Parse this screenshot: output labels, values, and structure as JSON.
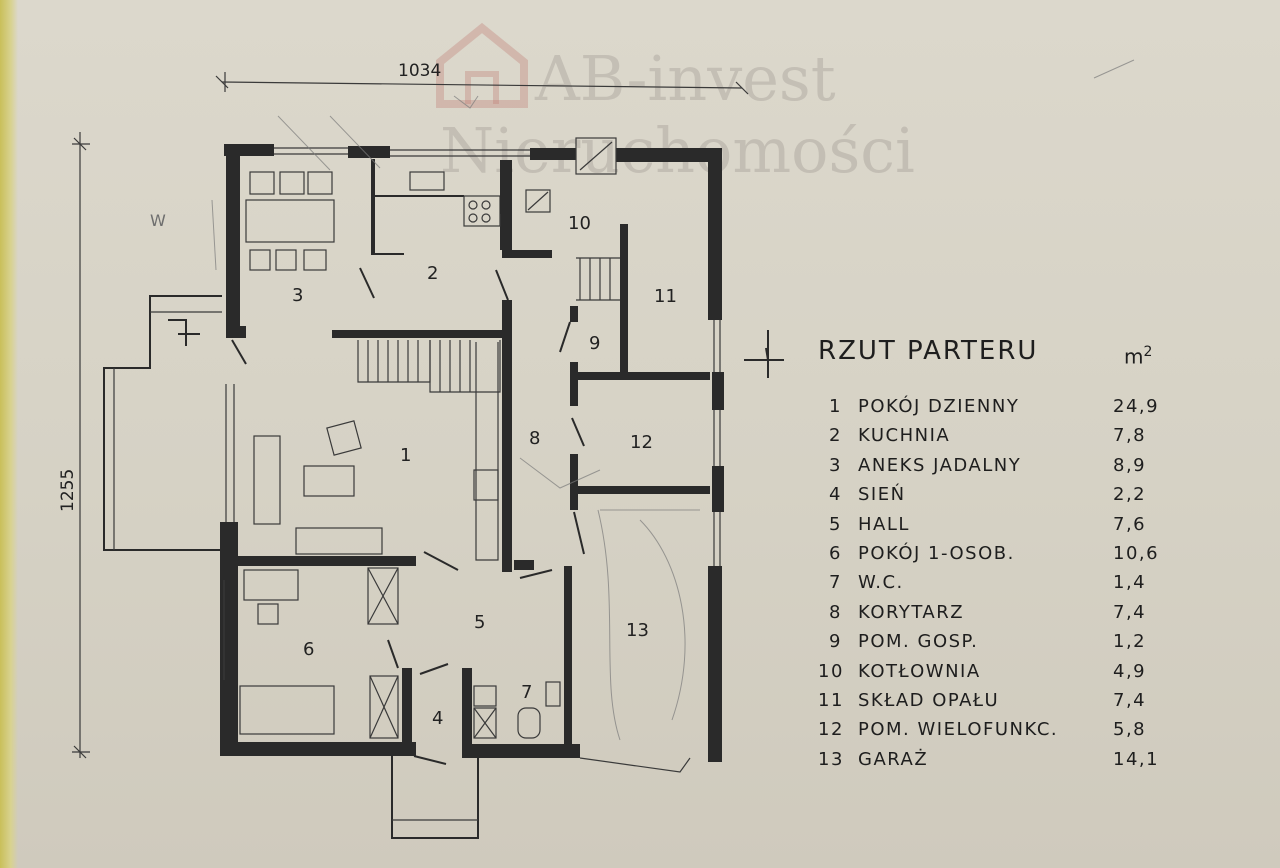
{
  "watermark": {
    "line1": "AB-invest",
    "line2": "Nieruchomości"
  },
  "dimensions": {
    "width": "1034",
    "height": "1255"
  },
  "room_labels": [
    "1",
    "2",
    "3",
    "4",
    "5",
    "6",
    "7",
    "8",
    "9",
    "10",
    "11",
    "12",
    "13"
  ],
  "legend": {
    "title": "RZUT PARTERU",
    "unit": "m",
    "unit_sup": "2",
    "rooms": [
      {
        "no": "1",
        "name": "POKÓJ DZIENNY",
        "area": "24,9"
      },
      {
        "no": "2",
        "name": "KUCHNIA",
        "area": "7,8"
      },
      {
        "no": "3",
        "name": "ANEKS JADALNY",
        "area": "8,9"
      },
      {
        "no": "4",
        "name": "SIEŃ",
        "area": "2,2"
      },
      {
        "no": "5",
        "name": "HALL",
        "area": "7,6"
      },
      {
        "no": "6",
        "name": "POKÓJ 1-OSOB.",
        "area": "10,6"
      },
      {
        "no": "7",
        "name": "W.C.",
        "area": "1,4"
      },
      {
        "no": "8",
        "name": "KORYTARZ",
        "area": "7,4"
      },
      {
        "no": "9",
        "name": "POM. GOSP.",
        "area": "1,2"
      },
      {
        "no": "10",
        "name": "KOTŁOWNIA",
        "area": "4,9"
      },
      {
        "no": "11",
        "name": "SKŁAD OPAŁU",
        "area": "7,4"
      },
      {
        "no": "12",
        "name": "POM. WIELOFUNKC.",
        "area": "5,8"
      },
      {
        "no": "13",
        "name": "GARAŻ",
        "area": "14,1"
      }
    ]
  },
  "pencil_note": "W",
  "colors": {
    "paper": "#d8d4c7",
    "ink": "#2a2a2a",
    "watermark": "#a9a39b"
  }
}
